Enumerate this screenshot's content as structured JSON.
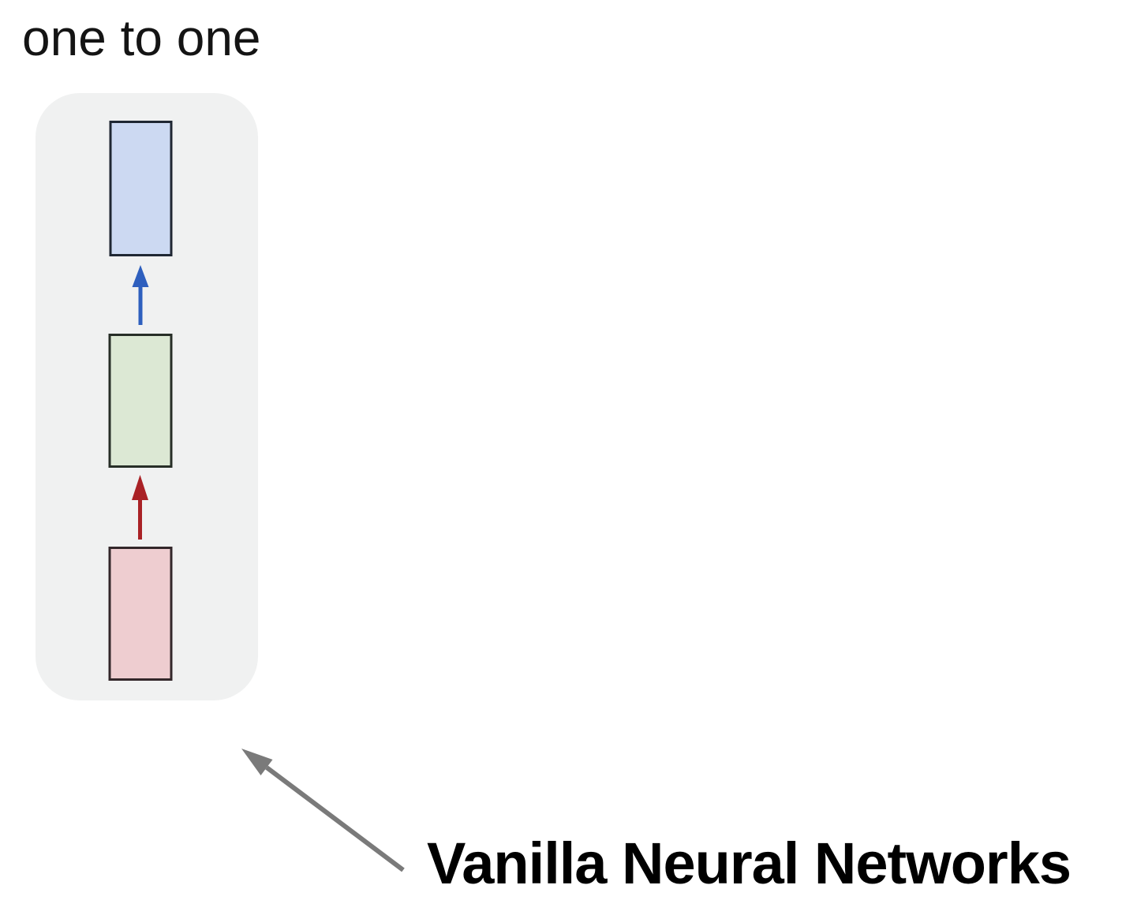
{
  "page": {
    "background": "#ffffff"
  },
  "diagram": {
    "label": "one to one",
    "container": {
      "fill": "#f0f1f1"
    },
    "boxes": [
      {
        "name": "output",
        "fill": "#ccd9f2",
        "border": "#1f2733"
      },
      {
        "name": "hidden",
        "fill": "#dce8d4",
        "border": "#272e27"
      },
      {
        "name": "input",
        "fill": "#eecdd0",
        "border": "#33272a"
      }
    ],
    "arrows": [
      {
        "name": "hidden-to-output",
        "color": "#2e5fbe"
      },
      {
        "name": "input-to-hidden",
        "color": "#a92125"
      }
    ]
  },
  "annotation": {
    "label": "Vanilla Neural Networks",
    "color": "#000000",
    "arrow_color": "#7a7a7a"
  }
}
